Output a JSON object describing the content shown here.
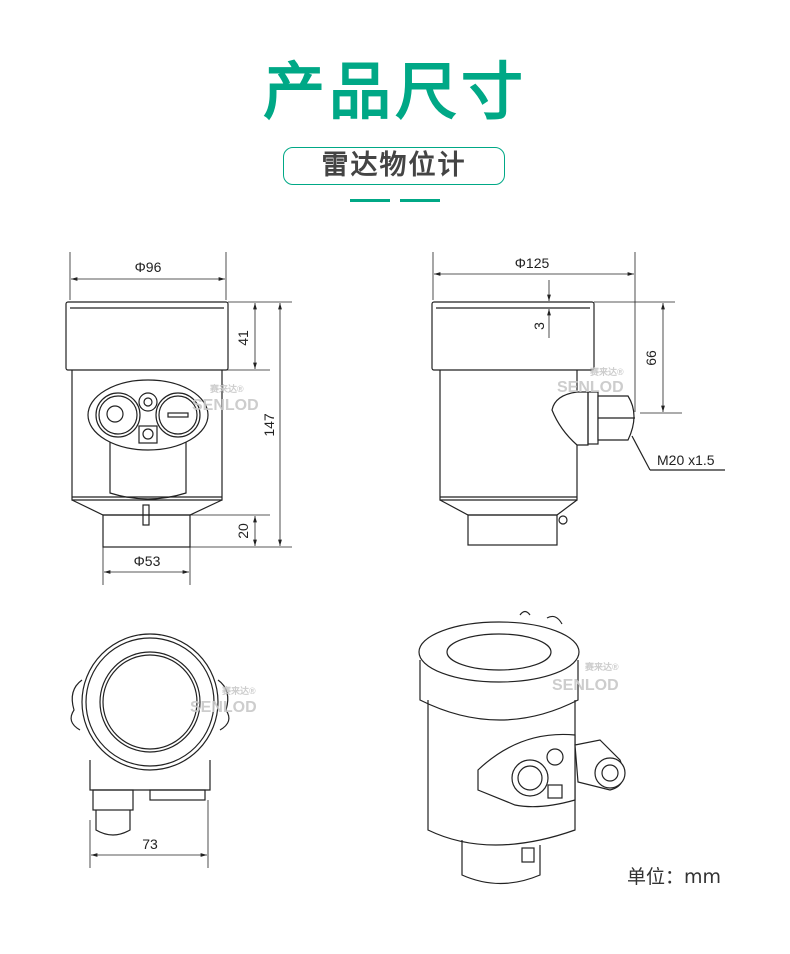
{
  "header": {
    "title": "产品尺寸",
    "subtitle": "雷达物位计"
  },
  "colors": {
    "accent": "#00a886",
    "line": "#222222"
  },
  "front_view": {
    "top_diameter": "Φ96",
    "cap_height": "41",
    "total_height": "147",
    "neck_height": "20",
    "neck_diameter": "Φ53"
  },
  "side_view": {
    "top_diameter": "Φ125",
    "lip": "3",
    "gland_height": "66",
    "thread": "M20 x1.5"
  },
  "top_view": {
    "width": "73"
  },
  "watermark": {
    "cn": "赛来达®",
    "en": "SENLOD"
  },
  "unit_label": "单位：mm"
}
